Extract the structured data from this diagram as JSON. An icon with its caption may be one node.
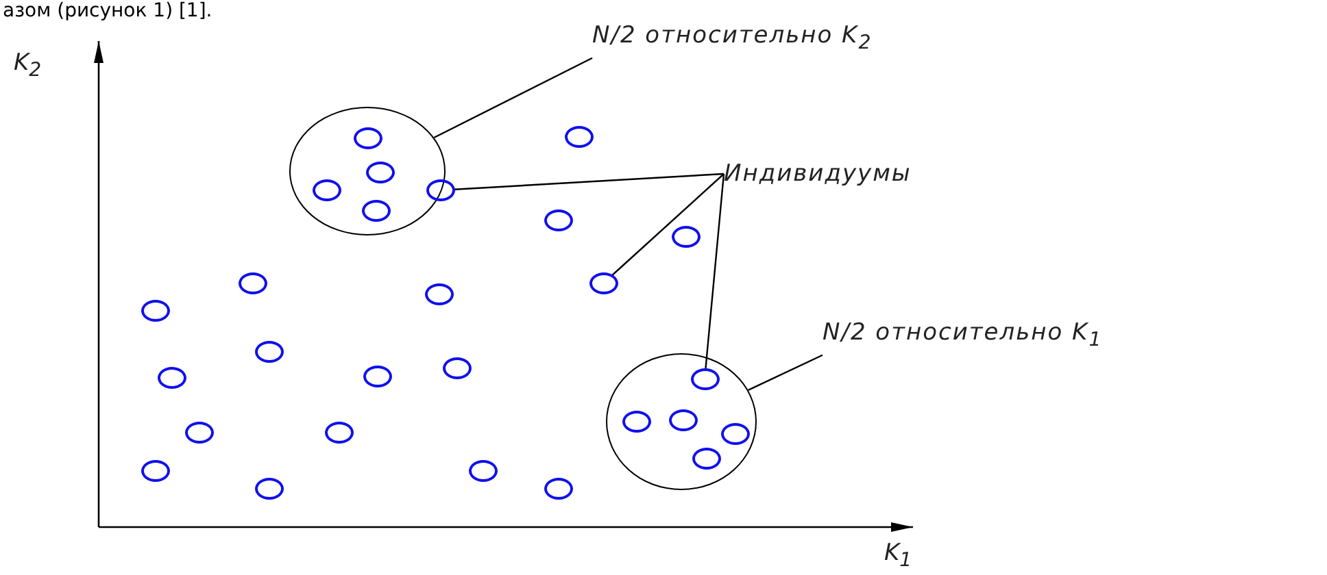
{
  "diagram": {
    "nodes": [
      {
        "text": [
          "N/2 относительно K$_{2}$"
        ]
      },
      {
        "text": [],
        "shape": "circle"
      },
      {
        "text": [],
        "shape": "circle",
        "in": 1
      },
      {
        "text": [],
        "shape": "circle",
        "in": 1
      },
      {
        "text": [],
        "shape": "circle",
        "in": 1
      },
      {
        "text": [],
        "shape": "circle",
        "in": 1
      },
      {
        "text": [],
        "shape": "circle",
        "in": 1
      },
      {
        "text": [
          "Индивидуумы"
        ]
      },
      {
        "text": [],
        "shape": "circle"
      },
      {
        "text": [],
        "shape": "circle"
      },
      {
        "text": [],
        "shape": "circle"
      },
      {
        "text": [],
        "shape": "circle"
      },
      {
        "text": [],
        "shape": "circle"
      },
      {
        "text": [],
        "shape": "circle"
      },
      {
        "text": [],
        "shape": "circle"
      },
      {
        "text": [],
        "shape": "circle"
      },
      {
        "text": [],
        "shape": "circle"
      },
      {
        "text": [],
        "shape": "circle"
      },
      {
        "text": [],
        "shape": "circle"
      },
      {
        "text": [],
        "shape": "circle"
      },
      {
        "text": [],
        "shape": "circle"
      },
      {
        "text": [],
        "shape": "circle"
      },
      {
        "text": [],
        "shape": "circle"
      },
      {
        "text": [],
        "shape": "circle"
      },
      {
        "text": [],
        "shape": "circle"
      },
      {
        "text": [
          "N/2 относительно K$_{1}$"
        ]
      },
      {
        "text": [],
        "shape": "circle"
      },
      {
        "text": [],
        "shape": "circle",
        "in": 26
      },
      {
        "text": [],
        "shape": "circle",
        "in": 26
      },
      {
        "text": [],
        "shape": "circle",
        "in": 26
      },
      {
        "text": [],
        "shape": "circle",
        "in": 26
      },
      {
        "text": [],
        "shape": "circle",
        "in": 26
      }
    ],
    "edges": [
      {
        "from": 0,
        "to": 1,
        "arrow": "none"
      },
      {
        "from": 7,
        "to": 5,
        "arrow": "none"
      },
      {
        "from": 7,
        "to": 12,
        "arrow": "none"
      },
      {
        "from": 7,
        "to": 27,
        "arrow": "none"
      },
      {
        "from": 25,
        "to": 26,
        "arrow": "none"
      }
    ],
    "labels": [
      "азом (рисунок 1) [1].",
      "K$_{2}$",
      "K$_{1}$"
    ]
  }
}
